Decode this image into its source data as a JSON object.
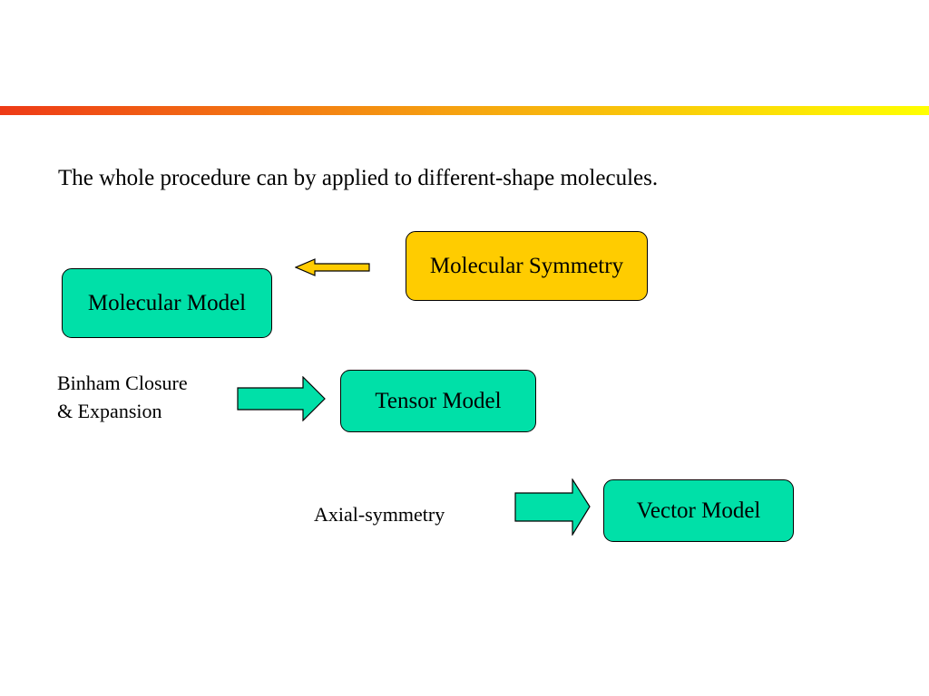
{
  "slide": {
    "intro_text": "The whole procedure can by applied to different-shape molecules.",
    "header_bar": {
      "gradient_start_color": "#ee3a16",
      "gradient_mid_color": "#f6a410",
      "gradient_end_color": "#ffff00"
    }
  },
  "diagram": {
    "nodes": {
      "molecular_symmetry": {
        "label": "Molecular Symmetry",
        "fill_color": "#ffcc00"
      },
      "molecular_model": {
        "label": "Molecular Model",
        "fill_color": "#00e0a8"
      },
      "tensor_model": {
        "label": "Tensor Model",
        "fill_color": "#00e0a8"
      },
      "vector_model": {
        "label": "Vector Model",
        "fill_color": "#00e0a8"
      }
    },
    "edge_labels": {
      "closure_line1": "Binham Closure",
      "closure_line2": "& Expansion",
      "axial": "Axial-symmetry"
    },
    "arrows": {
      "symmetry_to_model": {
        "direction": "left",
        "fill_color": "#ffcc00"
      },
      "closure": {
        "direction": "right",
        "fill_color": "#00e0a8"
      },
      "axial": {
        "direction": "right",
        "fill_color": "#00e0a8"
      }
    }
  }
}
